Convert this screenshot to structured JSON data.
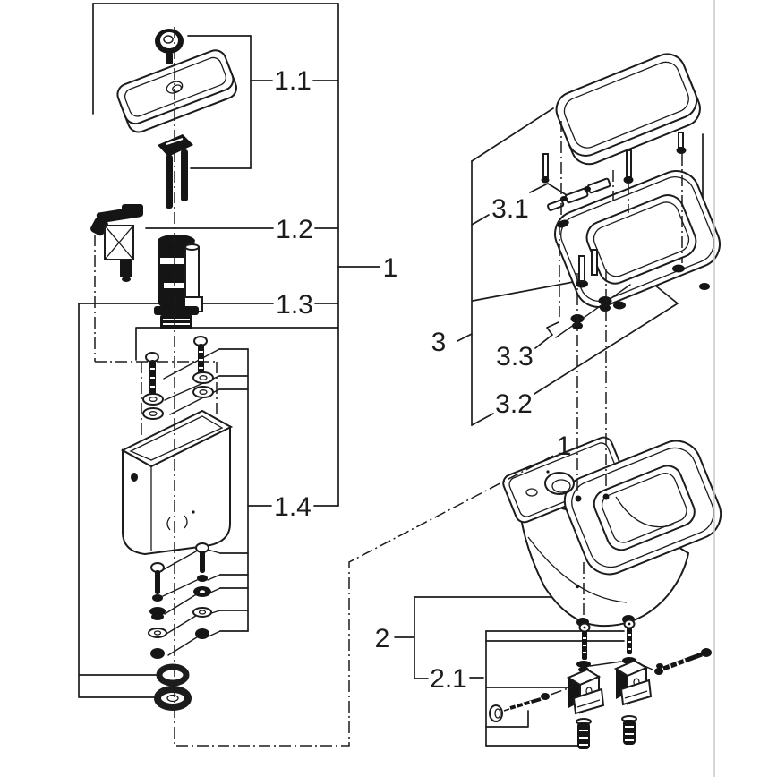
{
  "figure": {
    "kind": "exploded-parts-diagram",
    "subject": "toilet cistern, seat and bowl spare-parts drawing",
    "background_color": "#ffffff",
    "line_color": "#1c1c1c",
    "page_edge_color": "#c9c9c9"
  },
  "callouts": {
    "group1": {
      "text": "1"
    },
    "sub1_1": {
      "text": "1.1"
    },
    "sub1_2": {
      "text": "1.2"
    },
    "sub1_3": {
      "text": "1.3"
    },
    "sub1_4": {
      "text": "1.4"
    },
    "group1_on_bowl": {
      "text": "1"
    },
    "group2": {
      "text": "2"
    },
    "sub2_1": {
      "text": "2.1"
    },
    "group3": {
      "text": "3"
    },
    "sub3_1": {
      "text": "3.1"
    },
    "sub3_2": {
      "text": "3.2"
    },
    "sub3_3": {
      "text": "3.3"
    }
  }
}
